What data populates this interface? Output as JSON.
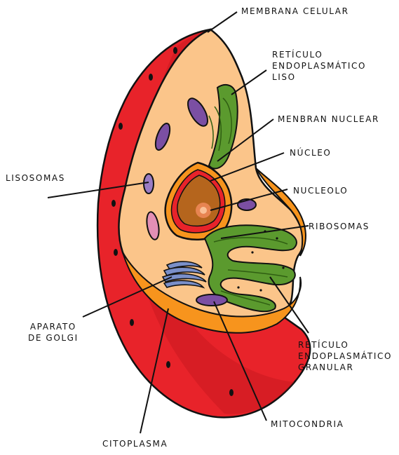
{
  "labels": {
    "membrana_celular": "MEMBRANA CELULAR",
    "reticulo_liso": "RETÍCULO\nENDOPLASMÁTICO\nLISO",
    "membran_nuclear": "MENBRAN NUCLEAR",
    "nucleo": "NÚCLEO",
    "nucleolo": "NUCLEOLO",
    "ribosomas": "RIBOSOMAS",
    "lisosomas": "LISOSOMAS",
    "aparato_golgi": "APARATO\nDE GOLGI",
    "reticulo_granular": "RETÍCULO\nENDOPLASMÁTICO\nGRANULAR",
    "mitocondria": "MITOCONDRIA",
    "citoplasma": "CITOPLASMA"
  },
  "colors": {
    "membrane_red": "#e8232a",
    "membrane_dark": "#b8141b",
    "cytoplasm": "#fbc58a",
    "cut_orange": "#f7941d",
    "er_green": "#5b9a2e",
    "mito_purple": "#7b4fa3",
    "lysosome_pink": "#e38fb5",
    "golgi_blue": "#7a8fc9",
    "nucleus_brown": "#b5651d",
    "nucleolus": "#f08a5a"
  }
}
